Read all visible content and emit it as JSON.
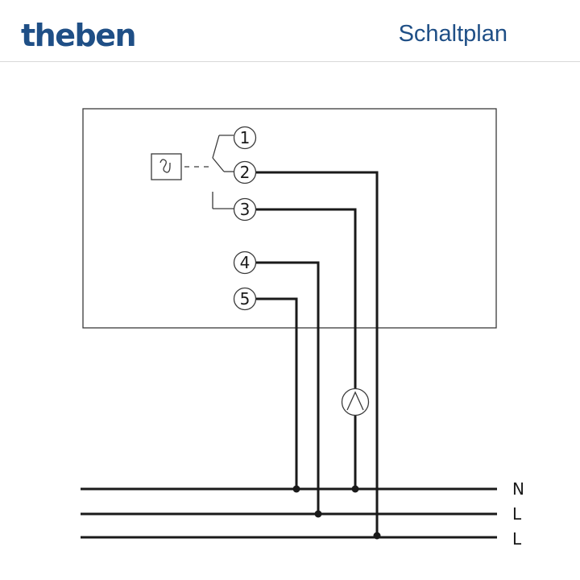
{
  "header": {
    "brand": "theben",
    "title": "Schaltplan"
  },
  "terminals": [
    {
      "label": "1"
    },
    {
      "label": "2"
    },
    {
      "label": "3"
    },
    {
      "label": "4"
    },
    {
      "label": "5"
    }
  ],
  "bus": [
    {
      "label": "N"
    },
    {
      "label": "L"
    },
    {
      "label": "L"
    }
  ],
  "icons": {
    "sensor": "temperature-sensor-icon",
    "load": "pump-icon"
  }
}
